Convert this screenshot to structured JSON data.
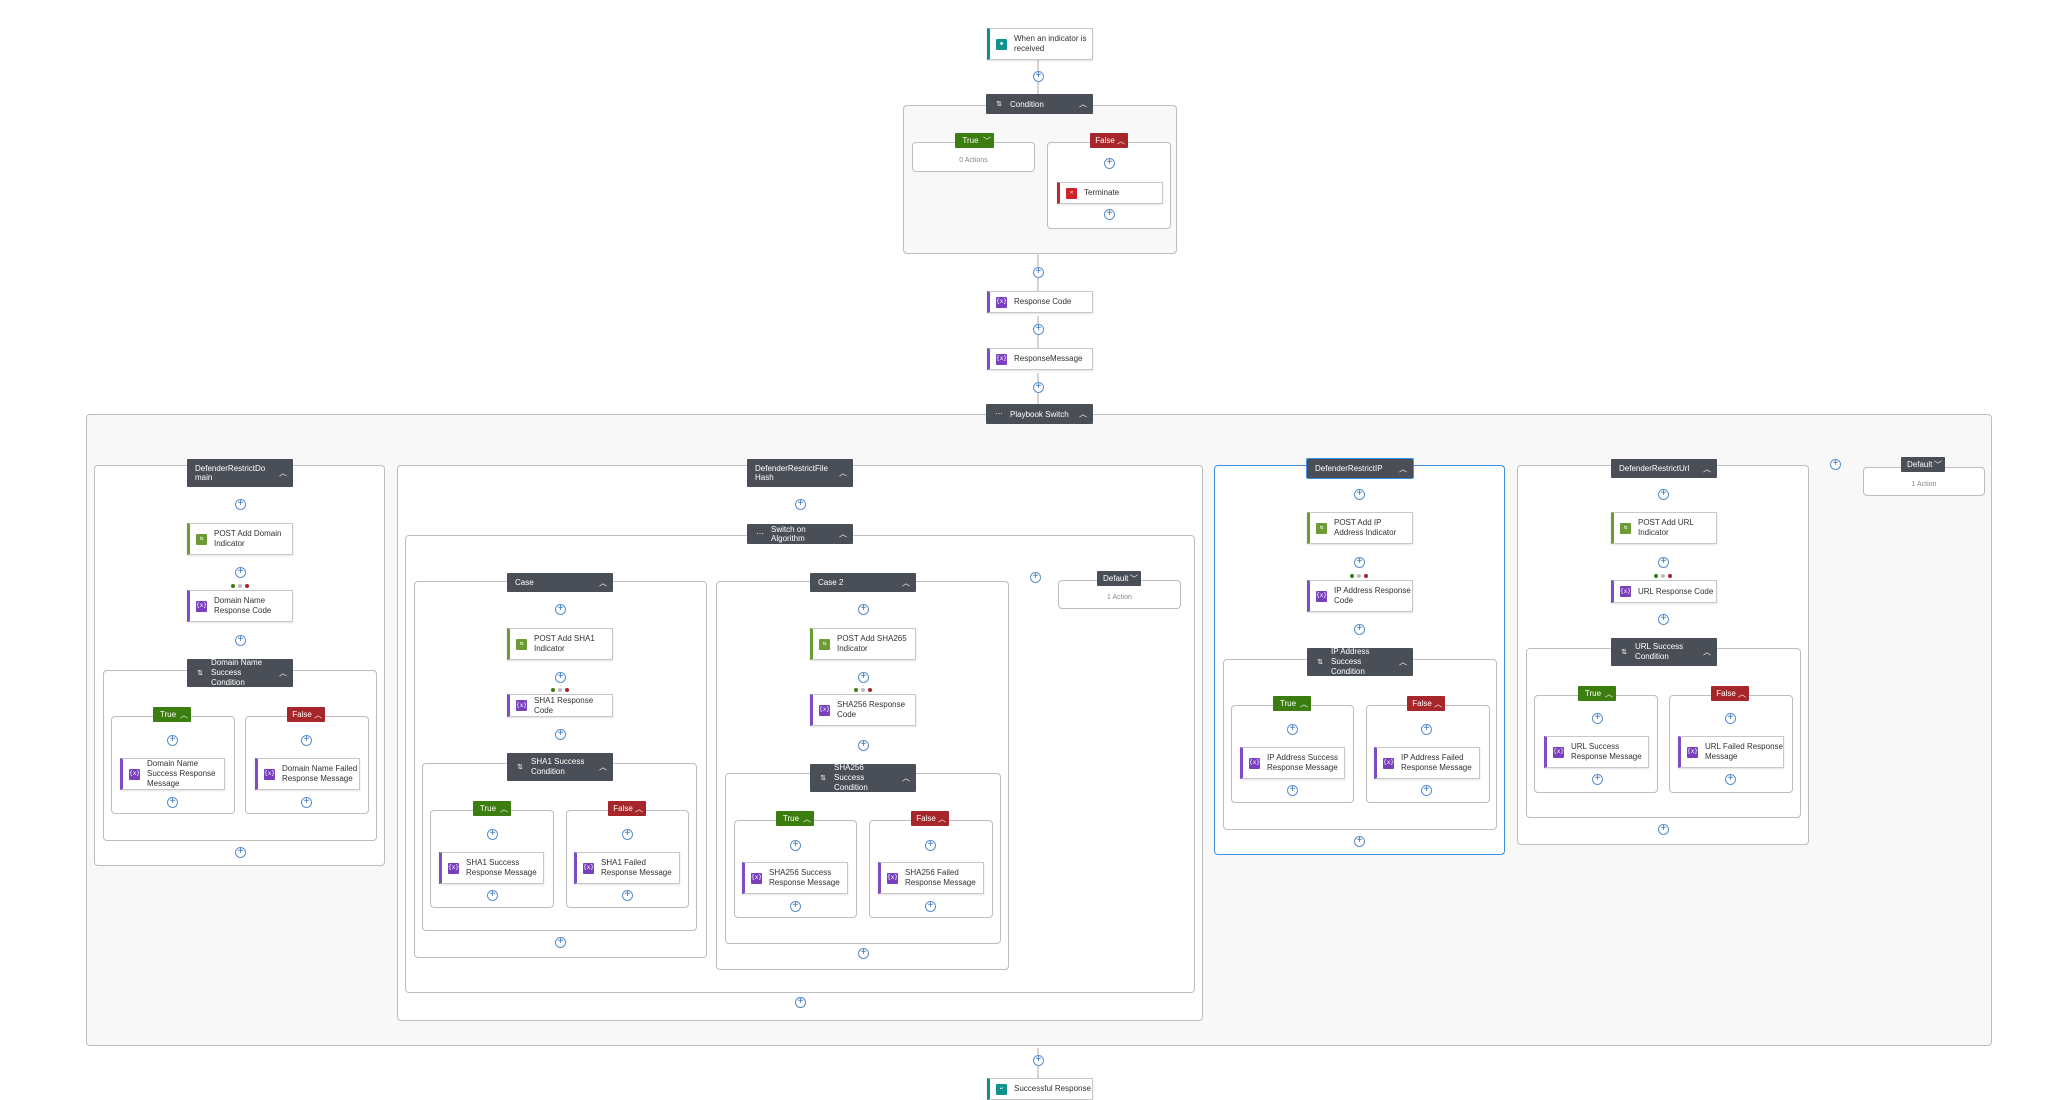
{
  "nodes": {
    "trigger": "When an indicator is received",
    "condition": "Condition",
    "true": "True",
    "false": "False",
    "zero_actions": "0 Actions",
    "terminate": "Terminate",
    "response_code": "Response Code",
    "response_message": "ResponseMessage",
    "playbook_switch": "Playbook Switch",
    "successful_response": "Successful Response",
    "default": "Default",
    "one_action": "1 Action"
  },
  "domain": {
    "header": "DefenderRestrictDomain",
    "post": "POST Add Domain Indicator",
    "resp": "Domain Name Response Code",
    "cond": "Domain Name Success Condition",
    "success": "Domain Name Success Response Message",
    "failed": "Domain Name Failed Response Message"
  },
  "filehash": {
    "header": "DefenderRestrictFileHash",
    "switch": "Switch on Algorithm",
    "case1": "Case",
    "case2": "Case 2",
    "post1": "POST Add SHA1 Indicator",
    "resp1": "SHA1 Response Code",
    "cond1": "SHA1 Success Condition",
    "success1": "SHA1 Success Response Message",
    "failed1": "SHA1 Failed Response Message",
    "post2": "POST Add SHA265 Indicator",
    "resp2": "SHA256 Response Code",
    "cond2": "SHA256 Success Condition",
    "success2": "SHA256 Success Response Message",
    "failed2": "SHA256 Failed Response Message"
  },
  "ip": {
    "header": "DefenderRestrictIP",
    "post": "POST Add IP Address Indicator",
    "resp": "IP Address Response Code",
    "cond": "IP Address Success Condition",
    "success": "IP Address Success Response Message",
    "failed": "IP Address Failed Response Message"
  },
  "url": {
    "header": "DefenderRestrictUrl",
    "post": "POST Add URL Indicator",
    "resp": "URL Response Code",
    "cond": "URL Success Condition",
    "success": "URL Success Response Message",
    "failed": "URL Failed Response Message"
  },
  "colors": {
    "header_dark": "#4a4f57",
    "true_green": "#3b7d0f",
    "false_red": "#a6262b",
    "variable_purple": "#7a3fbf",
    "http_green": "#6e9a35",
    "trigger_teal": "#10938d",
    "selected_blue": "#3b8fe0"
  },
  "icons": {
    "trigger": "sentinel-icon",
    "condition": "condition-icon",
    "switch": "switch-icon",
    "variable": "variable-icon",
    "http": "http-icon",
    "terminate": "terminate-icon",
    "chevron": "chevron-up-icon"
  }
}
